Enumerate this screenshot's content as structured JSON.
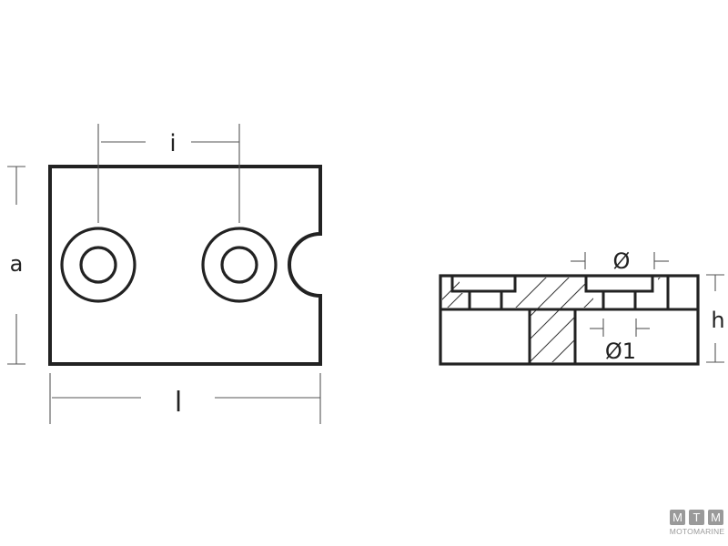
{
  "drawing": {
    "colors": {
      "outline": "#222222",
      "dimension": "#555555",
      "hatch": "#333333",
      "background": "#ffffff",
      "logo": "#9a9a9a"
    },
    "top_view": {
      "dimension_labels": {
        "spacing": "i",
        "width": "a",
        "length": "l"
      }
    },
    "section_view": {
      "dimension_labels": {
        "hole_diameter": "Ø",
        "inner_diameter": "Ø1",
        "height": "h"
      }
    }
  },
  "logo": {
    "letters": [
      "M",
      "T",
      "M"
    ],
    "name": "MOTOMARINE"
  }
}
